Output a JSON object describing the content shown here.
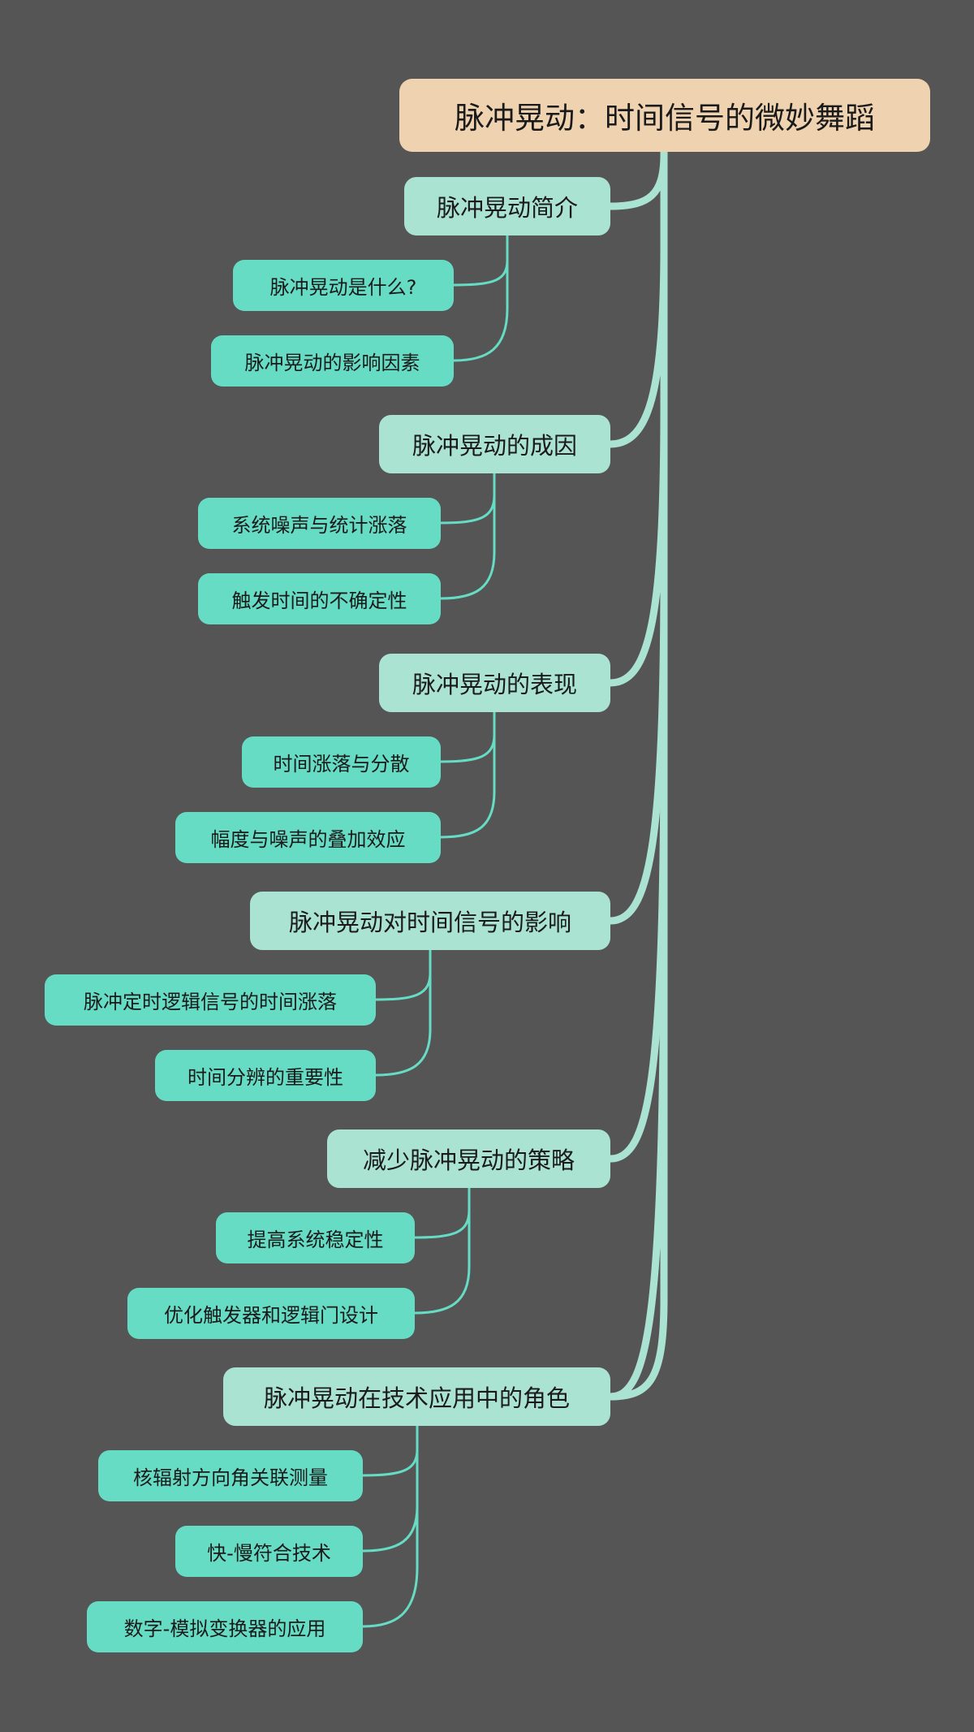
{
  "colors": {
    "background": "#555555",
    "root_fill": "#EFD3B0",
    "level1_fill": "#ABE3D2",
    "level2_fill": "#66DCC5",
    "trunk_line": "#ABE3D2",
    "branch_line": "#66DCC5"
  },
  "root": {
    "label": "脉冲晃动：时间信号的微妙舞蹈"
  },
  "branches": [
    {
      "label": "脉冲晃动简介",
      "children": [
        "脉冲晃动是什么?",
        "脉冲晃动的影响因素"
      ]
    },
    {
      "label": "脉冲晃动的成因",
      "children": [
        "系统噪声与统计涨落",
        "触发时间的不确定性"
      ]
    },
    {
      "label": "脉冲晃动的表现",
      "children": [
        "时间涨落与分散",
        "幅度与噪声的叠加效应"
      ]
    },
    {
      "label": "脉冲晃动对时间信号的影响",
      "children": [
        "脉冲定时逻辑信号的时间涨落",
        "时间分辨的重要性"
      ]
    },
    {
      "label": "减少脉冲晃动的策略",
      "children": [
        "提高系统稳定性",
        "优化触发器和逻辑门设计"
      ]
    },
    {
      "label": "脉冲晃动在技术应用中的角色",
      "children": [
        "核辐射方向角关联测量",
        "快-慢符合技术",
        "数字-模拟变换器的应用"
      ]
    }
  ]
}
